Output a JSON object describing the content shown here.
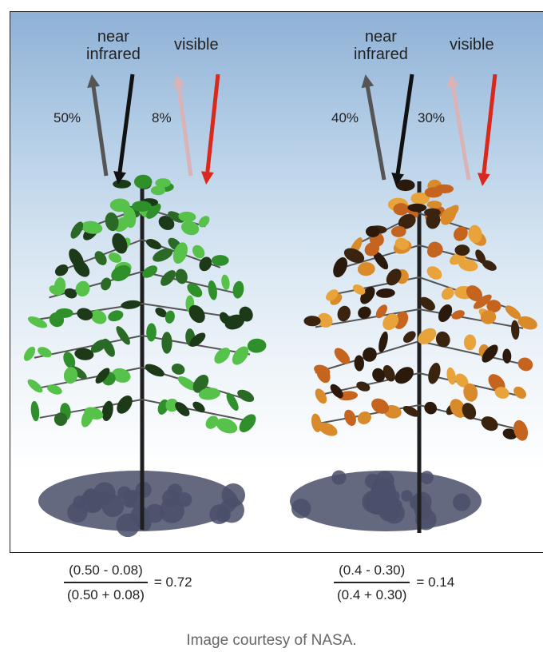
{
  "left_panel": {
    "label_nir": "near\ninfrared",
    "label_visible": "visible",
    "nir_reflect": "50%",
    "vis_reflect": "8%"
  },
  "right_panel": {
    "label_nir": "near\ninfrared",
    "label_visible": "visible",
    "nir_reflect": "40%",
    "vis_reflect": "30%"
  },
  "formulas": [
    {
      "numerator": "(0.50 - 0.08)",
      "denominator": "(0.50 + 0.08)",
      "result": "= 0.72"
    },
    {
      "numerator": "(0.4 - 0.30)",
      "denominator": "(0.4 + 0.30)",
      "result": "= 0.14"
    }
  ],
  "caption": "Image courtesy of NASA.",
  "colors": {
    "healthy_leaf": "#2f8f2a",
    "healthy_leaf_light": "#56c24a",
    "autumn_leaf": "#d98a2b",
    "autumn_leaf_dark": "#2b1a0c",
    "incoming_nir": "#111111",
    "reflected_nir": "#555555",
    "incoming_visible": "#d9281c",
    "reflected_visible": "#d9b3b6",
    "shadow": "#4a4f6a"
  }
}
